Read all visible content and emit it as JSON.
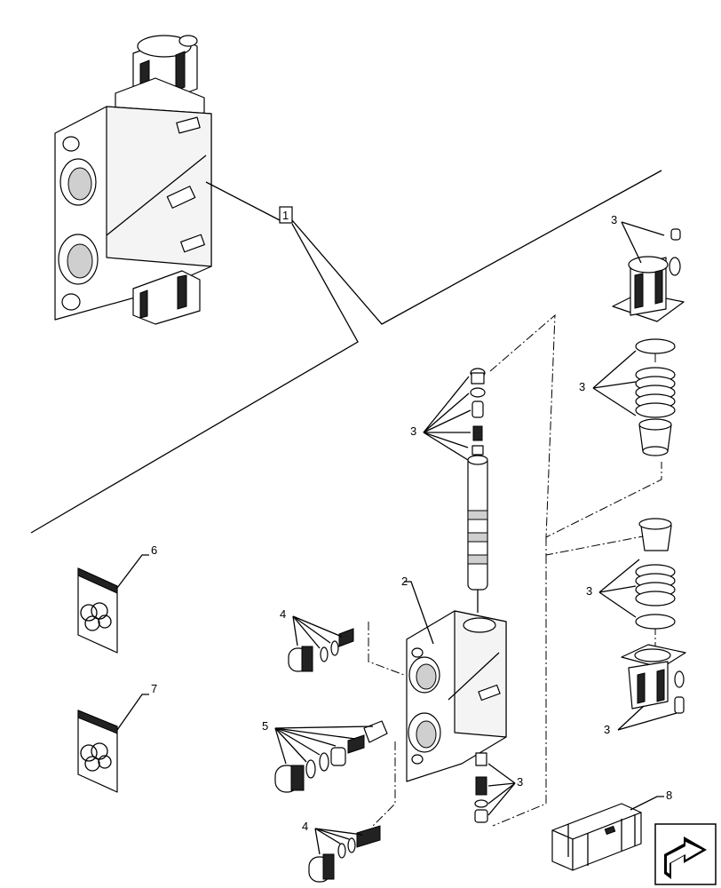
{
  "callouts": {
    "c1": "1",
    "c2": "2",
    "c3a": "3",
    "c3b": "3",
    "c3c": "3",
    "c3d": "3",
    "c3e": "3",
    "c3f": "3",
    "c4a": "4",
    "c4b": "4",
    "c5": "5",
    "c6": "6",
    "c7": "7",
    "c8": "8"
  },
  "icons": {
    "nav": "next-page-arrow-icon"
  }
}
